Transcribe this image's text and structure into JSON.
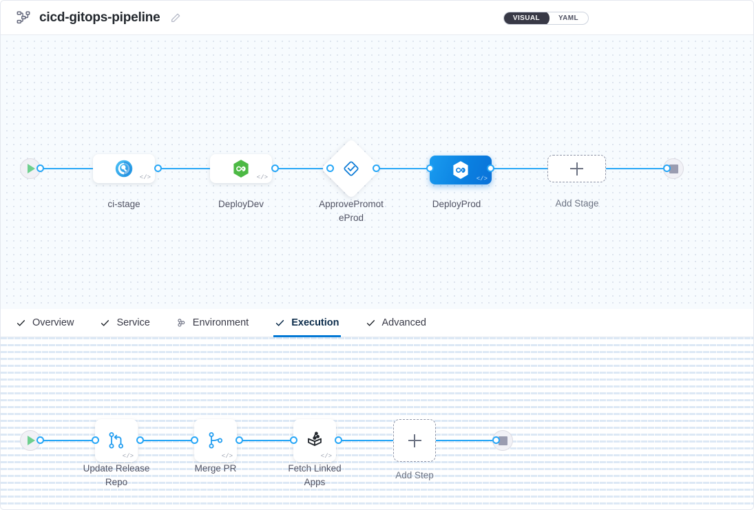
{
  "header": {
    "icon": "pipeline-icon",
    "title": "cicd-gitops-pipeline",
    "edit_icon": "pencil-icon",
    "view_toggle": {
      "options": [
        "VISUAL",
        "YAML"
      ],
      "selected": "VISUAL"
    }
  },
  "stage_graph": {
    "start_node": {
      "name": "start-node",
      "icon": "play-icon"
    },
    "end_node": {
      "name": "end-node",
      "icon": "stop-icon"
    },
    "stages": [
      {
        "label": "ci-stage",
        "icon": "ci-build-icon",
        "type": "rounded",
        "selected": false,
        "code_badge": "</>"
      },
      {
        "label": "DeployDev",
        "icon": "deploy-hexagon-icon",
        "type": "rounded",
        "selected": false,
        "code_badge": "</>"
      },
      {
        "label": "ApprovePromot\neProd",
        "icon": "approval-icon",
        "type": "diamond",
        "selected": false,
        "code_badge": ""
      },
      {
        "label": "DeployProd",
        "icon": "deploy-hexagon-icon",
        "type": "rounded",
        "selected": true,
        "code_badge": "</>"
      }
    ],
    "add_stage": {
      "label": "Add Stage",
      "icon": "plus-icon"
    }
  },
  "tabs": [
    {
      "label": "Overview",
      "icon": "check-icon",
      "active": false
    },
    {
      "label": "Service",
      "icon": "check-icon",
      "active": false
    },
    {
      "label": "Environment",
      "icon": "infrastructure-icon",
      "active": false
    },
    {
      "label": "Execution",
      "icon": "check-icon",
      "active": true
    },
    {
      "label": "Advanced",
      "icon": "check-icon",
      "active": false
    }
  ],
  "step_graph": {
    "start_node": {
      "name": "start-node",
      "icon": "play-icon"
    },
    "end_node": {
      "name": "end-node",
      "icon": "stop-icon"
    },
    "steps": [
      {
        "label": "Update Release\nRepo",
        "icon": "git-merge-back-icon",
        "code_badge": "</>"
      },
      {
        "label": "Merge PR",
        "icon": "git-branch-icon",
        "code_badge": "</>"
      },
      {
        "label": "Fetch Linked\nApps",
        "icon": "fetch-linked-apps-icon",
        "code_badge": "</>"
      }
    ],
    "add_step": {
      "label": "Add Step",
      "icon": "plus-icon"
    }
  },
  "colors": {
    "accent_blue": "#25a6f7",
    "selected_node": "#0a7fe0",
    "active_tab_underline": "#0278d5",
    "canvas_bg": "#f7fbfe",
    "start_green": "#6ecf8e",
    "deploy_green": "#4cb944"
  }
}
